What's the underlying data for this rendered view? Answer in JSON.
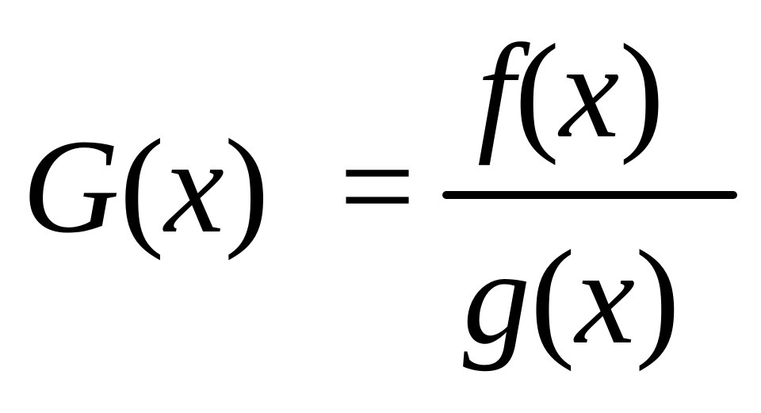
{
  "equation": {
    "lhs": {
      "func": "G",
      "open": "(",
      "var": "x",
      "close": ")"
    },
    "relation": "=",
    "numerator": {
      "func": "f",
      "open": "(",
      "var": "x",
      "close": ")"
    },
    "denominator": {
      "func": "g",
      "open": "(",
      "var": "x",
      "close": ")"
    }
  },
  "colors": {
    "text": "#000000",
    "background": "#ffffff"
  }
}
